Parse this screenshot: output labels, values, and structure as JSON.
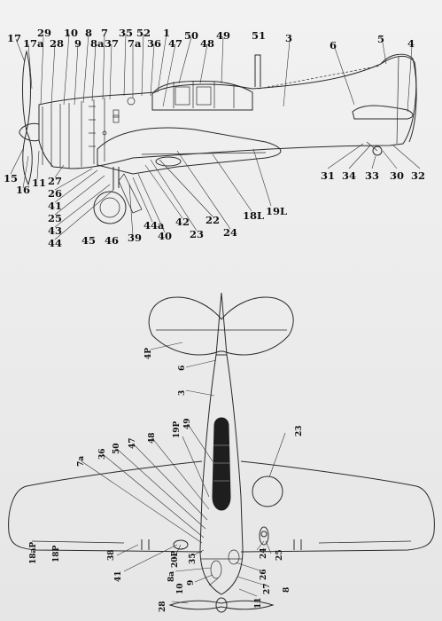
{
  "side_view": {
    "labels": [
      {
        "id": "s17",
        "text": "17"
      },
      {
        "id": "s17a",
        "text": "17a"
      },
      {
        "id": "s29",
        "text": "29"
      },
      {
        "id": "s28",
        "text": "28"
      },
      {
        "id": "s10",
        "text": "10"
      },
      {
        "id": "s9",
        "text": "9"
      },
      {
        "id": "s8",
        "text": "8"
      },
      {
        "id": "s8a",
        "text": "8a"
      },
      {
        "id": "s7",
        "text": "7"
      },
      {
        "id": "s37",
        "text": "37"
      },
      {
        "id": "s35",
        "text": "35"
      },
      {
        "id": "s7a",
        "text": "7a"
      },
      {
        "id": "s52",
        "text": "52"
      },
      {
        "id": "s36",
        "text": "36"
      },
      {
        "id": "s1",
        "text": "1"
      },
      {
        "id": "s47",
        "text": "47"
      },
      {
        "id": "s50",
        "text": "50"
      },
      {
        "id": "s48",
        "text": "48"
      },
      {
        "id": "s49",
        "text": "49"
      },
      {
        "id": "s51",
        "text": "51"
      },
      {
        "id": "s3",
        "text": "3"
      },
      {
        "id": "s6",
        "text": "6"
      },
      {
        "id": "s5",
        "text": "5"
      },
      {
        "id": "s4",
        "text": "4"
      },
      {
        "id": "s15",
        "text": "15"
      },
      {
        "id": "s16",
        "text": "16"
      },
      {
        "id": "s11",
        "text": "11"
      },
      {
        "id": "s27",
        "text": "27"
      },
      {
        "id": "s26",
        "text": "26"
      },
      {
        "id": "s41",
        "text": "41"
      },
      {
        "id": "s25",
        "text": "25"
      },
      {
        "id": "s43",
        "text": "43"
      },
      {
        "id": "s44",
        "text": "44"
      },
      {
        "id": "s45",
        "text": "45"
      },
      {
        "id": "s46",
        "text": "46"
      },
      {
        "id": "s39",
        "text": "39"
      },
      {
        "id": "s44a",
        "text": "44a"
      },
      {
        "id": "s40",
        "text": "40"
      },
      {
        "id": "s42",
        "text": "42"
      },
      {
        "id": "s23",
        "text": "23"
      },
      {
        "id": "s22",
        "text": "22"
      },
      {
        "id": "s24",
        "text": "24"
      },
      {
        "id": "s18L",
        "text": "18L"
      },
      {
        "id": "s19L",
        "text": "19L"
      },
      {
        "id": "s31",
        "text": "31"
      },
      {
        "id": "s34",
        "text": "34"
      },
      {
        "id": "s33",
        "text": "33"
      },
      {
        "id": "s30",
        "text": "30"
      },
      {
        "id": "s32",
        "text": "32"
      }
    ]
  },
  "plan_view": {
    "labels": [
      {
        "id": "p4P",
        "text": "4P"
      },
      {
        "id": "p6",
        "text": "6"
      },
      {
        "id": "p3",
        "text": "3"
      },
      {
        "id": "p49",
        "text": "49"
      },
      {
        "id": "p19P",
        "text": "19P"
      },
      {
        "id": "p48",
        "text": "48"
      },
      {
        "id": "p47",
        "text": "47"
      },
      {
        "id": "p50",
        "text": "50"
      },
      {
        "id": "p36",
        "text": "36"
      },
      {
        "id": "p7a",
        "text": "7a"
      },
      {
        "id": "p23",
        "text": "23"
      },
      {
        "id": "p38",
        "text": "38"
      },
      {
        "id": "p18aP",
        "text": "18aP"
      },
      {
        "id": "p18P",
        "text": "18P"
      },
      {
        "id": "p41",
        "text": "41"
      },
      {
        "id": "p20P",
        "text": "20P"
      },
      {
        "id": "p35",
        "text": "35"
      },
      {
        "id": "p24",
        "text": "24"
      },
      {
        "id": "p25",
        "text": "25"
      },
      {
        "id": "p8a",
        "text": "8a"
      },
      {
        "id": "p26",
        "text": "26"
      },
      {
        "id": "p10",
        "text": "10"
      },
      {
        "id": "p9",
        "text": "9"
      },
      {
        "id": "p27",
        "text": "27"
      },
      {
        "id": "p8",
        "text": "8"
      },
      {
        "id": "p28",
        "text": "28"
      },
      {
        "id": "p11",
        "text": "11"
      }
    ]
  }
}
